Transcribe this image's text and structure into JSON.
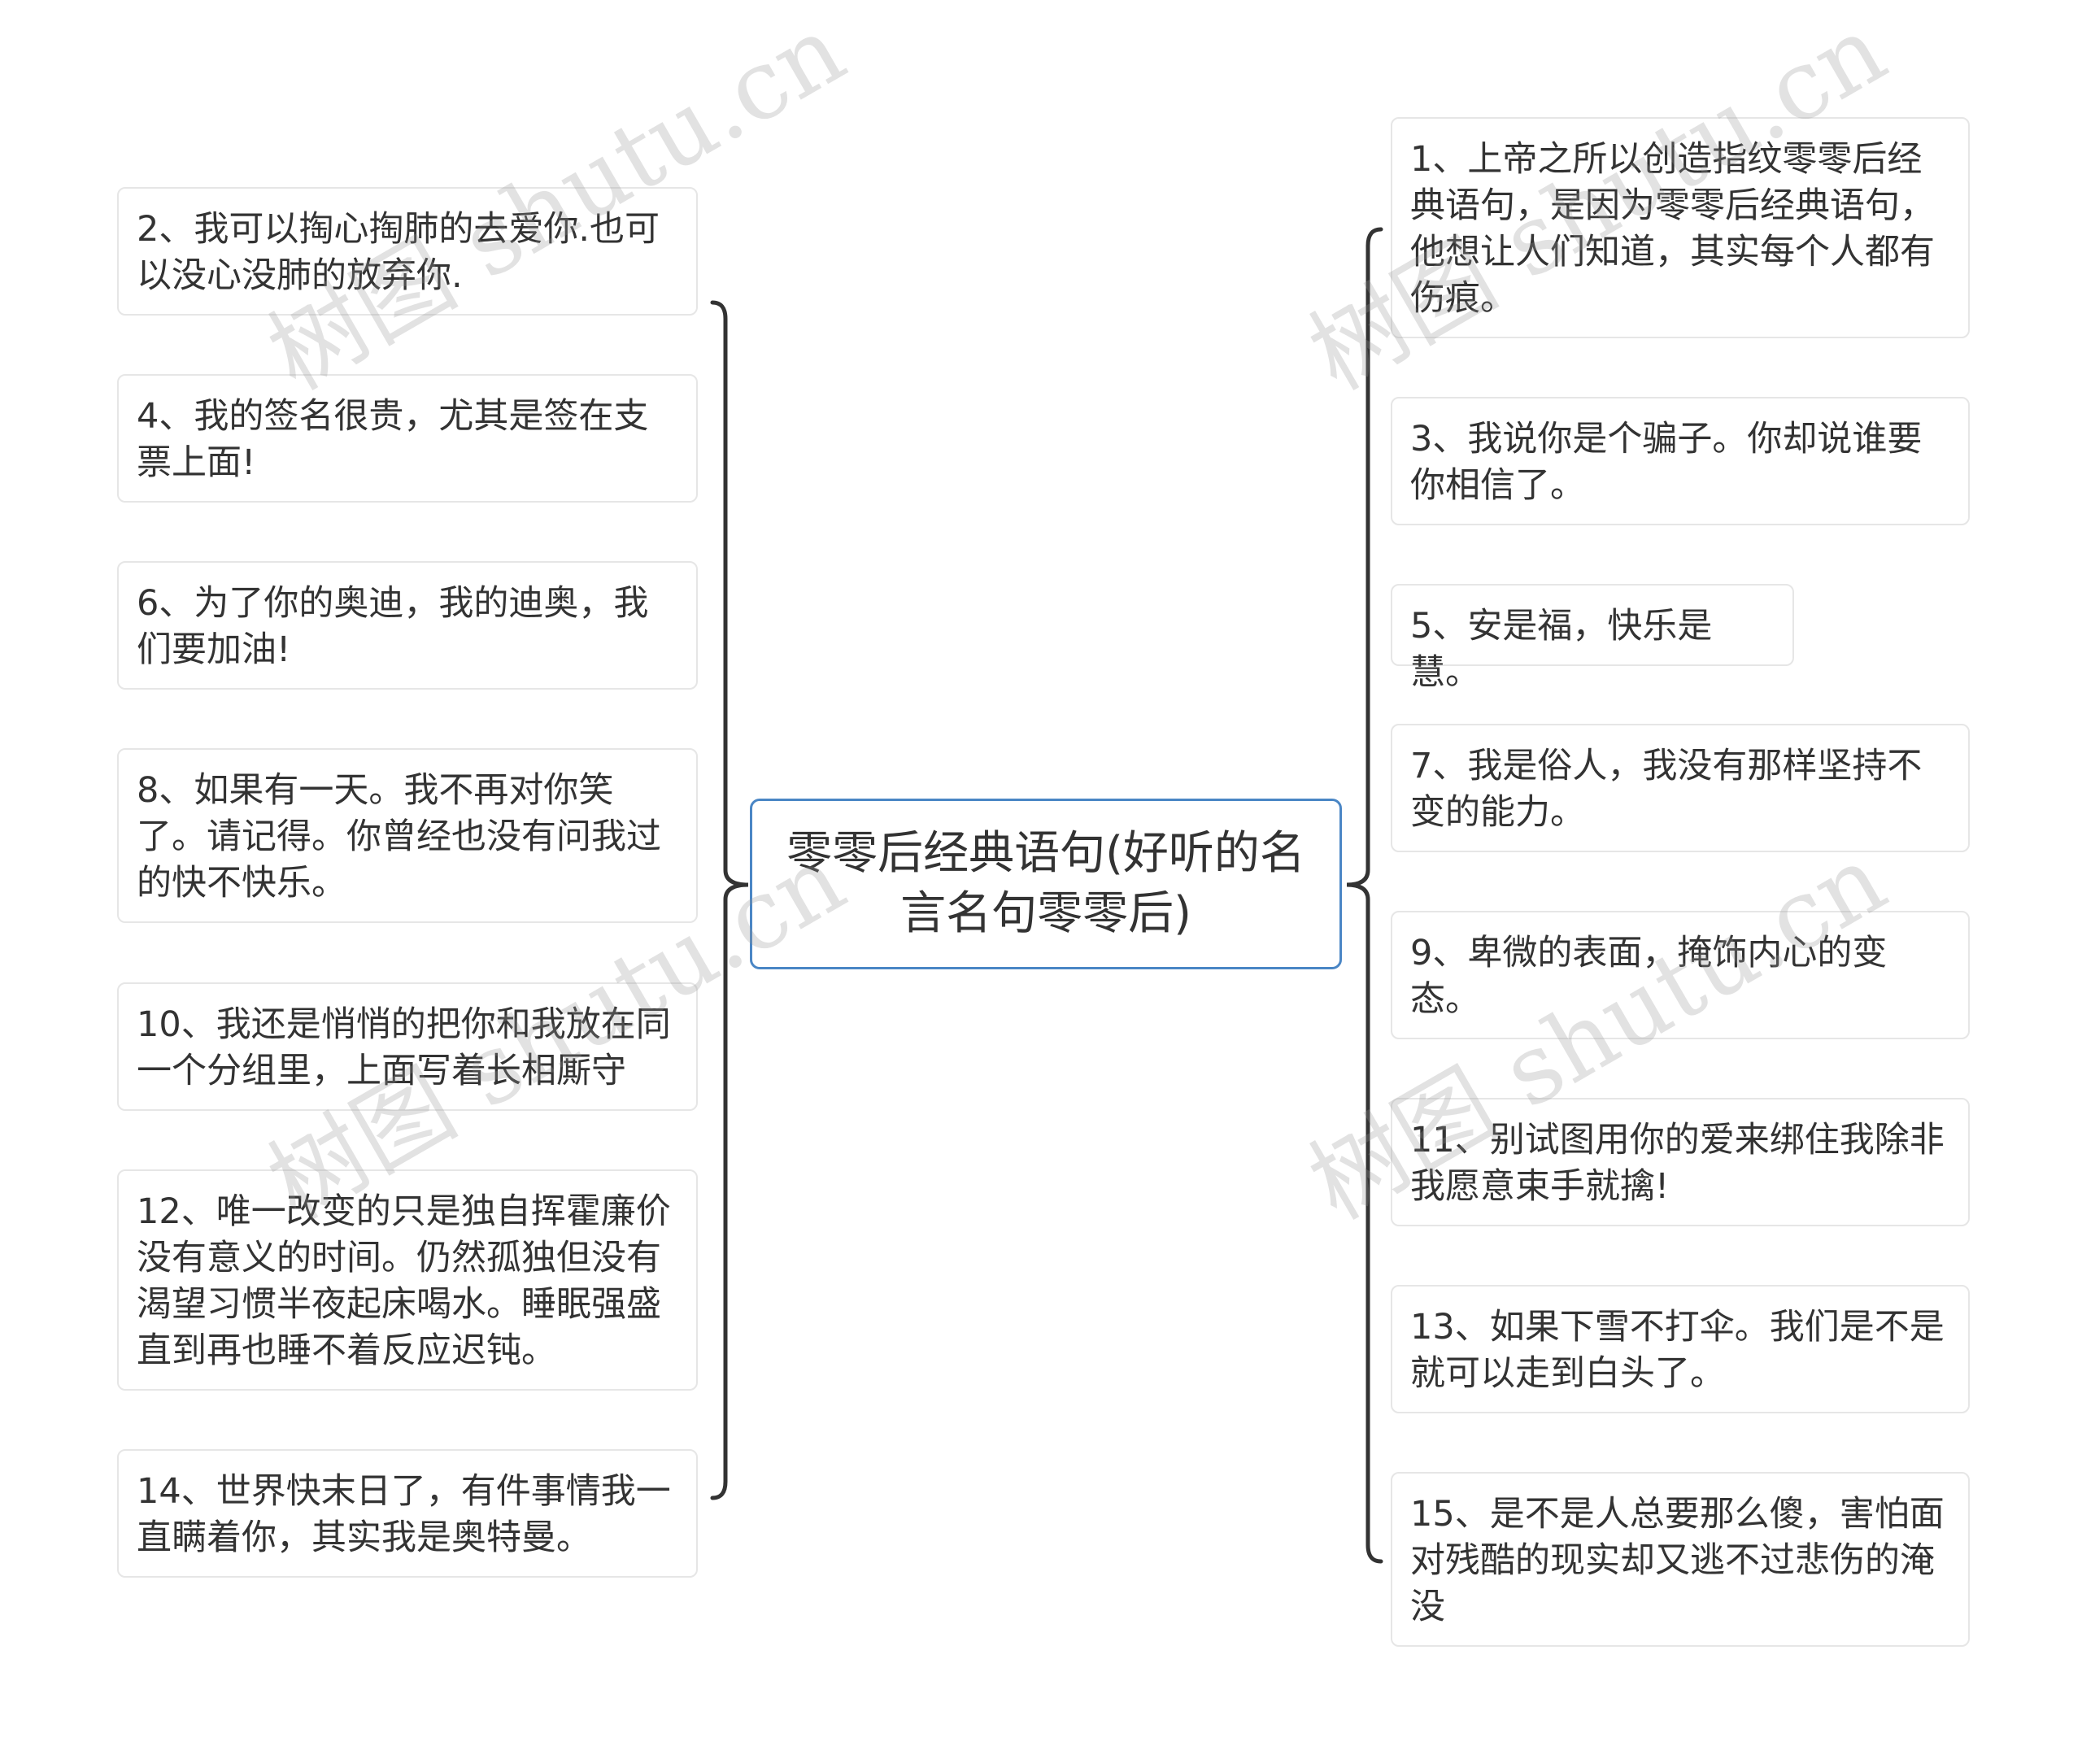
{
  "root": {
    "title": "零零后经典语句(好听的名言名句零零后)"
  },
  "left_items": [
    "2、我可以掏心掏肺的去爱你.也可以没心没肺的放弃你.",
    "4、我的签名很贵，尤其是签在支票上面!",
    "6、为了你的奥迪，我的迪奥，我们要加油!",
    "8、如果有一天。我不再对你笑了。请记得。你曾经也没有问我过的快不快乐。",
    "10、我还是悄悄的把你和我放在同一个分组里，上面写着长相厮守",
    "12、唯一改变的只是独自挥霍廉价没有意义的时间。仍然孤独但没有渴望习惯半夜起床喝水。睡眠强盛直到再也睡不着反应迟钝。",
    "14、世界快末日了，有件事情我一直瞒着你，其实我是奥特曼。"
  ],
  "right_items": [
    "1、上帝之所以创造指纹零零后经典语句，是因为零零后经典语句，他想让人们知道，其实每个人都有伤痕。",
    "3、我说你是个骗子。你却说谁要你相信了。",
    "5、安是福，快乐是慧。",
    "7、我是俗人，我没有那样坚持不变的能力。",
    "9、卑微的表面，掩饰内心的变态。",
    "11、别试图用你的爱来绑住我除非我愿意束手就擒!",
    "13、如果下雪不打伞。我们是不是就可以走到白头了。",
    "15、是不是人总要那么傻，害怕面对残酷的现实却又逃不过悲伤的淹没"
  ],
  "watermark": "树图 shutu.cn",
  "colors": {
    "root_border": "#4a86c5",
    "node_border": "#e6e6e6",
    "connector": "#333333",
    "text": "#333333"
  }
}
